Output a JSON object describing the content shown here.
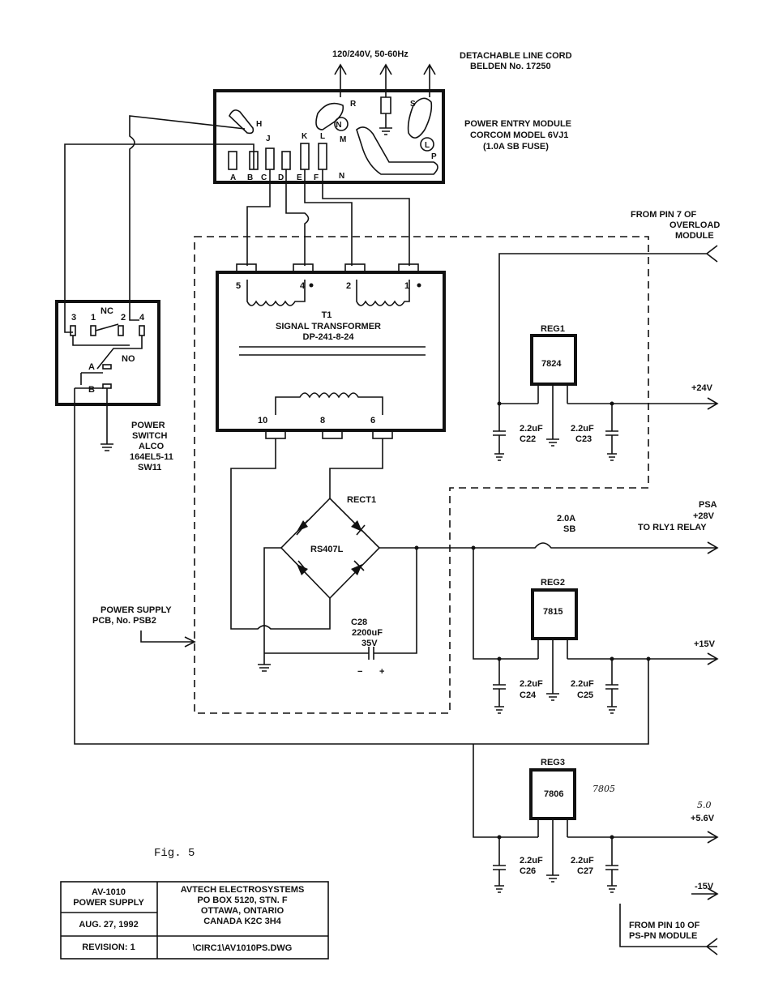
{
  "line": {
    "voltage": "120/240V, 50-60Hz",
    "cord_title": "DETACHABLE LINE CORD",
    "cord_part": "BELDEN No. 17250"
  },
  "pem": {
    "title": "POWER ENTRY MODULE",
    "model": "CORCOM MODEL 6VJ1",
    "fuse": "(1.0A SB FUSE)",
    "tabs": [
      "A",
      "B",
      "C",
      "D",
      "E",
      "F"
    ],
    "upper_labels": [
      "H",
      "J",
      "K",
      "L",
      "R",
      "S",
      "M",
      "N",
      "P"
    ],
    "symbols": [
      "N",
      "L"
    ]
  },
  "overload": {
    "line1": "FROM PIN 7 OF",
    "line2": "OVERLOAD",
    "line3": "MODULE"
  },
  "transformer": {
    "ref": "T1",
    "name": "SIGNAL TRANSFORMER",
    "part": "DP-241-8-24",
    "pins_primary": [
      "5",
      "4",
      "2",
      "1"
    ],
    "pins_secondary": [
      "10",
      "8",
      "6"
    ]
  },
  "switch": {
    "pins": [
      "3",
      "1",
      "2",
      "4"
    ],
    "nc": "NC",
    "no": "NO",
    "a": "A",
    "b": "B",
    "title1": "POWER",
    "title2": "SWITCH",
    "title3": "ALCO",
    "part": "164EL5-11",
    "ref": "SW11"
  },
  "reg1": {
    "ref": "REG1",
    "part": "7824",
    "out": "+24V",
    "caps": [
      {
        "val": "2.2uF",
        "ref": "C22"
      },
      {
        "val": "2.2uF",
        "ref": "C23"
      }
    ]
  },
  "rect": {
    "ref": "RECT1",
    "part": "RS407L"
  },
  "psa": {
    "line1": "PSA",
    "line2": "+28V",
    "line3": "TO RLY1 RELAY",
    "fuse_val": "2.0A",
    "fuse_type": "SB"
  },
  "c28": {
    "ref": "C28",
    "val": "2200uF",
    "volt": "35V"
  },
  "pcb": {
    "line1": "POWER SUPPLY",
    "line2": "PCB, No. PSB2"
  },
  "reg2": {
    "ref": "REG2",
    "part": "7815",
    "out": "+15V",
    "caps": [
      {
        "val": "2.2uF",
        "ref": "C24"
      },
      {
        "val": "2.2uF",
        "ref": "C25"
      }
    ]
  },
  "reg3": {
    "ref": "REG3",
    "part": "7806",
    "handwritten": "7805",
    "out": "+5.6V",
    "out_handwritten": "5.0",
    "caps": [
      {
        "val": "2.2uF",
        "ref": "C26"
      },
      {
        "val": "2.2uF",
        "ref": "C27"
      }
    ]
  },
  "neg": {
    "label": "-15V",
    "line1": "FROM PIN 10 OF",
    "line2": "PS-PN MODULE"
  },
  "fig": "Fig. 5",
  "title_block": {
    "product1": "AV-1010",
    "product2": "POWER SUPPLY",
    "date": "AUG. 27, 1992",
    "revision": "REVISION: 1",
    "company": "AVTECH ELECTROSYSTEMS",
    "address1": "PO BOX 5120, STN. F",
    "address2": "OTTAWA, ONTARIO",
    "address3": "CANADA  K2C 3H4",
    "file": "\\CIRC1\\AV1010PS.DWG"
  }
}
